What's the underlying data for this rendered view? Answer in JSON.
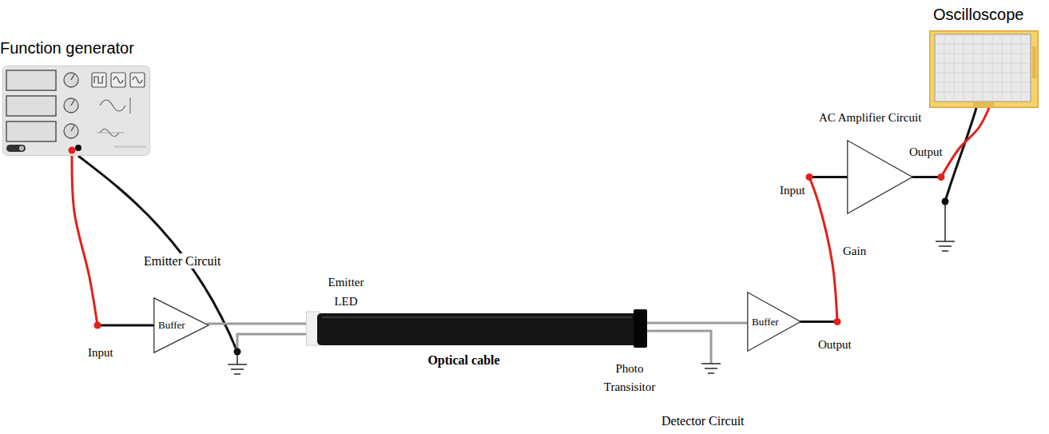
{
  "diagram": {
    "nodes": [
      {
        "text": [
          "Function generator"
        ]
      },
      {
        "text": [
          "Buffer"
        ]
      },
      {
        "text": [
          "Optical cable"
        ]
      },
      {
        "text": [
          "Buffer"
        ]
      },
      {
        "text": [
          "AC Amplifier Circuit"
        ]
      },
      {
        "text": [
          "Oscilloscope"
        ]
      }
    ],
    "edges": [
      {
        "from": 0,
        "to": 1,
        "arrow": "none"
      },
      {
        "from": 1,
        "to": 2,
        "arrow": "none"
      },
      {
        "from": 2,
        "to": 3,
        "arrow": "none"
      },
      {
        "from": 3,
        "to": 4,
        "arrow": "none"
      },
      {
        "from": 4,
        "to": 5,
        "arrow": "none"
      }
    ],
    "labels": [
      "Emitter Circuit",
      "Input",
      "Emitter LED",
      "Photo Transisitor",
      "Detector Circuit",
      "Output",
      "Input",
      "Gain",
      "Output"
    ]
  }
}
